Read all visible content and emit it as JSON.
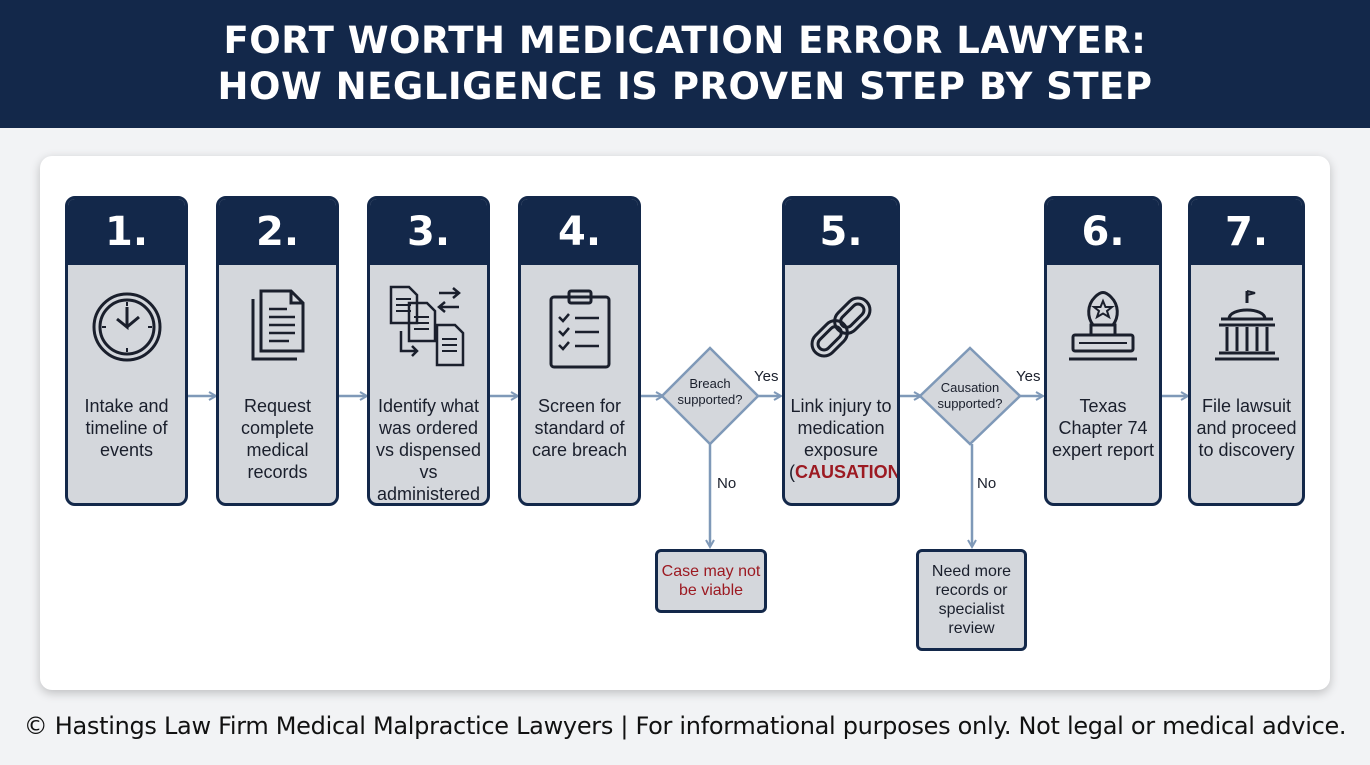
{
  "header": {
    "title_line1": "FORT WORTH MEDICATION ERROR LAWYER:",
    "title_line2": "HOW NEGLIGENCE IS PROVEN STEP BY STEP"
  },
  "steps": [
    {
      "number": "1.",
      "icon": "clock-icon",
      "label_lines": [
        "Intake and",
        "timeline of",
        "events"
      ]
    },
    {
      "number": "2.",
      "icon": "document-icon",
      "label_lines": [
        "Request",
        "complete",
        "medical",
        "records"
      ]
    },
    {
      "number": "3.",
      "icon": "documents-compare-icon",
      "label_lines": [
        "Identify what",
        "was ordered",
        "vs dispensed vs",
        "administered"
      ]
    },
    {
      "number": "4.",
      "icon": "clipboard-checklist-icon",
      "label_lines": [
        "Screen for",
        "standard of",
        "care breach"
      ]
    },
    {
      "number": "5.",
      "icon": "chain-link-icon",
      "label_lines": [
        "Link injury to",
        "medication",
        "exposure"
      ],
      "highlight": "CAUSATION"
    },
    {
      "number": "6.",
      "icon": "stamp-icon",
      "label_lines": [
        "Texas",
        "Chapter 74",
        "expert report"
      ]
    },
    {
      "number": "7.",
      "icon": "courthouse-icon",
      "label_lines": [
        "File lawsuit",
        "and proceed",
        "to discovery"
      ]
    }
  ],
  "decisions": [
    {
      "lines": [
        "Breach",
        "supported?"
      ],
      "yes_label": "Yes",
      "no_label": "No",
      "no_outcome": [
        "Case may not",
        "be viable"
      ]
    },
    {
      "lines": [
        "Causation",
        "supported?"
      ],
      "yes_label": "Yes",
      "no_label": "No",
      "no_outcome": [
        "Need more",
        "records or",
        "specialist",
        "review"
      ]
    }
  ],
  "footer": {
    "text": "© Hastings Law Firm Medical Malpractice Lawyers | For informational purposes only. Not legal or medical advice."
  },
  "colors": {
    "navy": "#13284a",
    "card_fill": "#d4d7dc",
    "arrow": "#7f99b8",
    "accent_red": "#9c1a22"
  }
}
